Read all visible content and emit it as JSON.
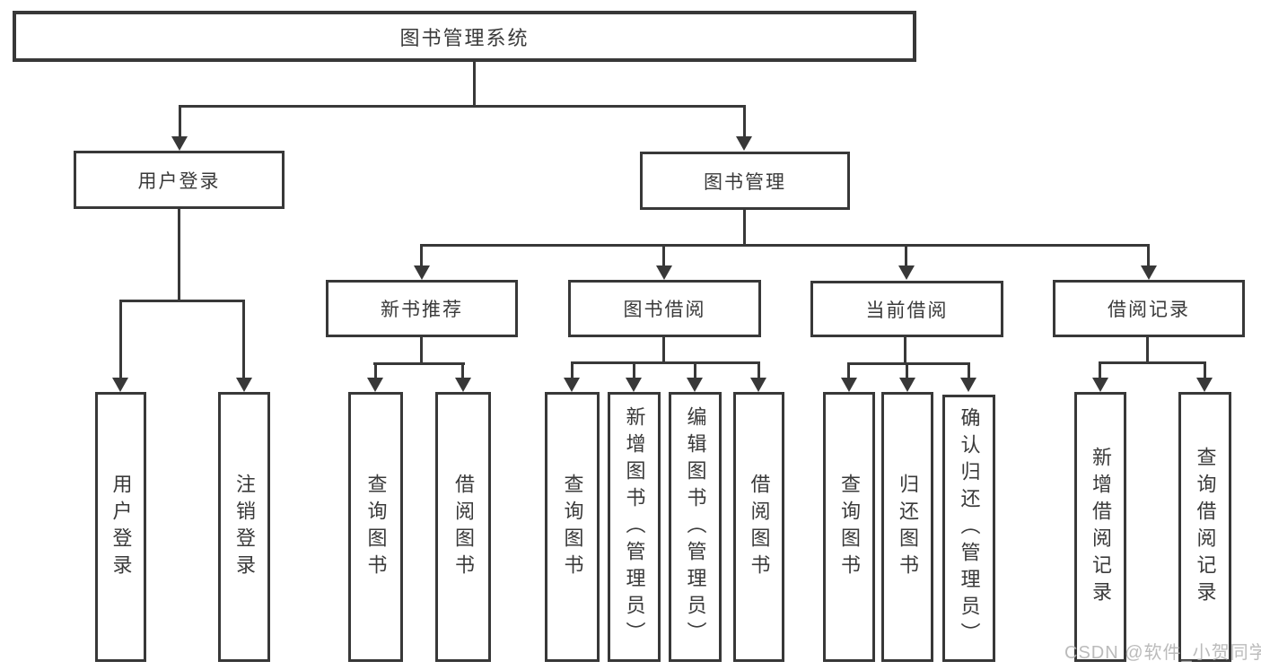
{
  "diagram": {
    "root": {
      "label": "图书管理系统"
    },
    "branches": [
      {
        "label": "用户登录",
        "children": [
          {
            "label": "用户登录"
          },
          {
            "label": "注销登录"
          }
        ]
      },
      {
        "label": "图书管理",
        "children": [
          {
            "label": "新书推荐",
            "children": [
              {
                "label": "查询图书"
              },
              {
                "label": "借阅图书"
              }
            ]
          },
          {
            "label": "图书借阅",
            "children": [
              {
                "label": "查询图书"
              },
              {
                "label": "新增图书（管理员）"
              },
              {
                "label": "编辑图书（管理员）"
              },
              {
                "label": "借阅图书"
              }
            ]
          },
          {
            "label": "当前借阅",
            "children": [
              {
                "label": "查询图书"
              },
              {
                "label": "归还图书"
              },
              {
                "label": "确认归还（管理员）"
              }
            ]
          },
          {
            "label": "借阅记录",
            "children": [
              {
                "label": "新增借阅记录"
              },
              {
                "label": "查询借阅记录"
              }
            ]
          }
        ]
      }
    ]
  },
  "watermark": {
    "text": "CSDN @软件_小贺同学"
  },
  "colors": {
    "line": "#383838",
    "text": "#3a3a3a",
    "watermark": "#b4b4b4",
    "background": "#ffffff"
  }
}
